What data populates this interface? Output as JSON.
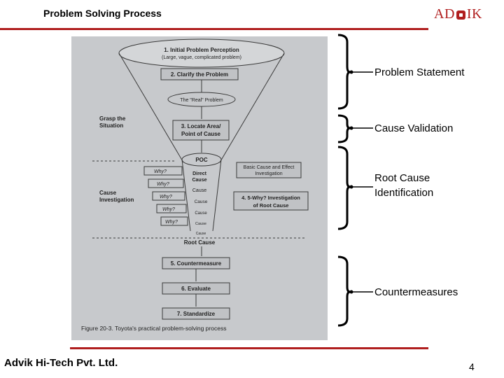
{
  "header": {
    "title": "Problem Solving Process",
    "logo_text": {
      "left": "AD",
      "right": "IK"
    }
  },
  "figure": {
    "steps": [
      "1. Initial Problem Perception",
      "(Large, vague, complicated problem)",
      "2. Clarify the Problem",
      "The \"Real\" Problem",
      "3. Locate Area/",
      "Point of Cause",
      "POC",
      "Direct",
      "Cause",
      "Root Cause",
      "5. Countermeasure",
      "6. Evaluate",
      "7. Standardize"
    ],
    "side_labels": [
      "Grasp the",
      "Situation",
      "Cause",
      "Investigation"
    ],
    "right_boxes": [
      "Basic Cause and Effect",
      "Investigation",
      "4. 5-Why? Investigation",
      "of Root Cause"
    ],
    "whys": [
      "Why?",
      "Why?",
      "Why?",
      "Why?",
      "Why?"
    ],
    "causes": [
      "Cause",
      "Cause",
      "Cause",
      "Cause",
      "Cause"
    ],
    "caption": "Figure 20-3. Toyota's practical problem-solving process"
  },
  "labels": {
    "problem_statement": "Problem Statement",
    "cause_validation": "Cause Validation",
    "root_cause_1": "Root Cause",
    "root_cause_2": "Identification",
    "countermeasures": "Countermeasures"
  },
  "footer": {
    "company": "Advik Hi-Tech Pvt. Ltd.",
    "page": "4"
  },
  "colors": {
    "accent": "#b01e1e",
    "photo_bg": "#c7c9cc"
  }
}
